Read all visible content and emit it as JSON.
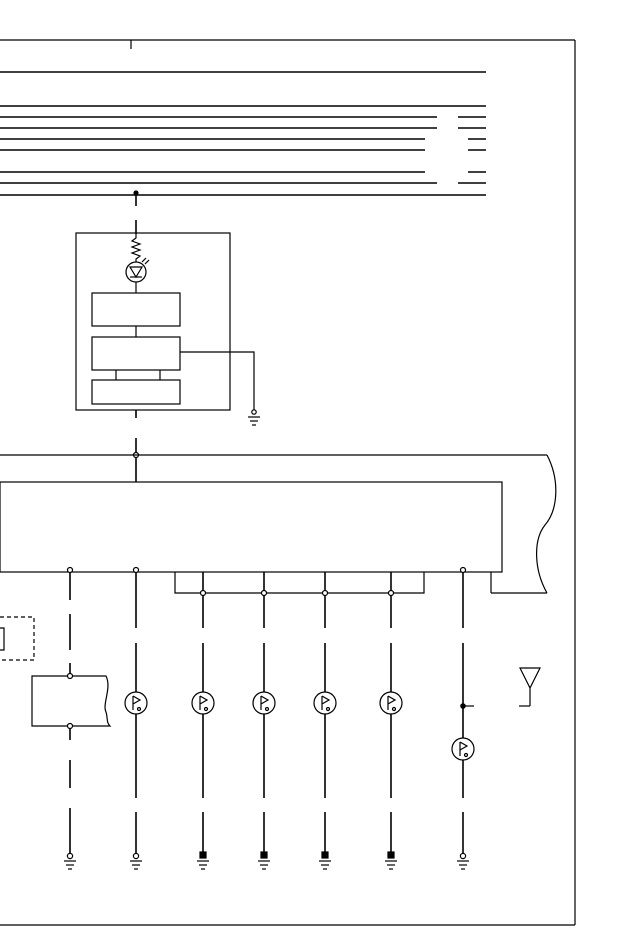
{
  "diagram": {
    "colors": {
      "line": "#000000",
      "background": "#ffffff"
    },
    "bus_line_count": 8,
    "ground_terminals": [
      {
        "style": "open"
      },
      {
        "style": "open"
      },
      {
        "style": "filled"
      },
      {
        "style": "filled"
      },
      {
        "style": "filled"
      },
      {
        "style": "filled"
      },
      {
        "style": "open"
      }
    ],
    "inline_connectors": 6,
    "icons": [
      "resistor-icon",
      "led-icon",
      "ground-icon",
      "antenna-icon",
      "connector-icon"
    ]
  }
}
